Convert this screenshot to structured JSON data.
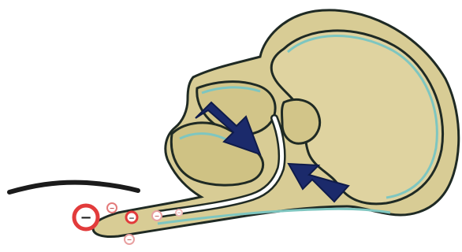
{
  "diagram": {
    "subject": "head-cross-section",
    "arrows": [
      {
        "name": "upper-left-arrow",
        "points_to": "airway-narrowing"
      },
      {
        "name": "lower-right-arrow",
        "points_to": "airway-narrowing"
      }
    ],
    "charge_markers": [
      {
        "symbol": "−",
        "size": "large"
      },
      {
        "symbol": "−",
        "size": "small"
      },
      {
        "symbol": "−",
        "size": "small"
      },
      {
        "symbol": "−",
        "size": "small"
      },
      {
        "symbol": "−",
        "size": "small"
      },
      {
        "symbol": "−",
        "size": "small"
      }
    ]
  },
  "colors": {
    "tissue": "#d8cc95",
    "tissue_dark": "#c9bc7f",
    "outline": "#1f2a24",
    "inner_line": "#7ec6c0",
    "arrow": "#1b2a6b",
    "marker_red": "#e23b3b",
    "marker_fill": "#ffffff",
    "tube": "#1b1b1b"
  }
}
